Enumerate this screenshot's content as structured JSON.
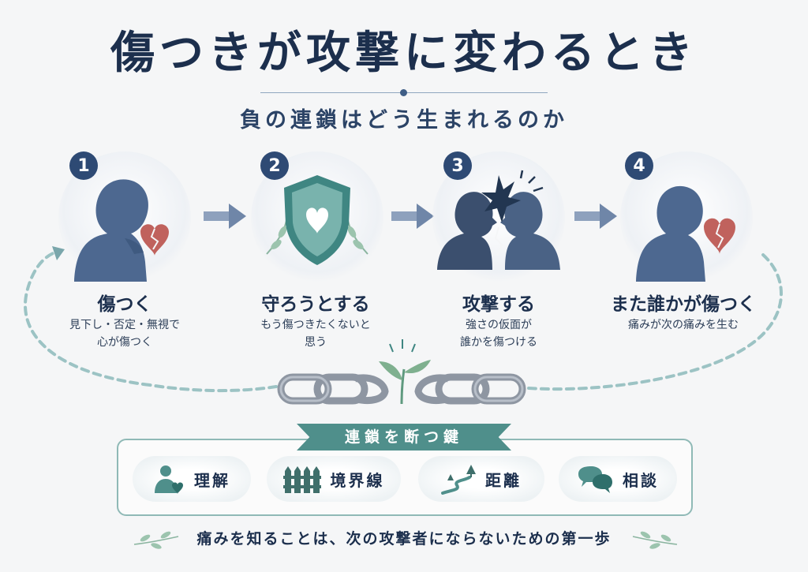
{
  "title": "傷つきが攻撃に変わるとき",
  "subtitle": "負の連鎖はどう生まれるのか",
  "steps": [
    {
      "number": "1",
      "title": "傷つく",
      "description": "見下し・否定・無視で\n心が傷つく",
      "icon": "hurt-person-broken-heart"
    },
    {
      "number": "2",
      "title": "守ろうとする",
      "description": "もう傷つきたくないと\n思う",
      "icon": "shield-heart"
    },
    {
      "number": "3",
      "title": "攻撃する",
      "description": "強さの仮面が\n誰かを傷つける",
      "icon": "two-people-clash"
    },
    {
      "number": "4",
      "title": "また誰かが傷つく",
      "description": "痛みが次の痛みを生む",
      "icon": "sad-person-broken-heart"
    }
  ],
  "keys": {
    "banner": "連鎖を断つ鍵",
    "items": [
      {
        "label": "理解",
        "icon": "person-heart-icon"
      },
      {
        "label": "境界線",
        "icon": "fence-icon"
      },
      {
        "label": "距離",
        "icon": "path-tree-icon"
      },
      {
        "label": "相談",
        "icon": "speech-bubbles-icon"
      }
    ]
  },
  "footer": "痛みを知ることは、次の攻撃者にならないための第一歩",
  "colors": {
    "navy": "#1c2f4d",
    "badge": "#2e4a74",
    "teal": "#4f8f8b",
    "heart": "#c0625d",
    "chain": "#8e96a2",
    "arrow": "#6f86a8"
  }
}
